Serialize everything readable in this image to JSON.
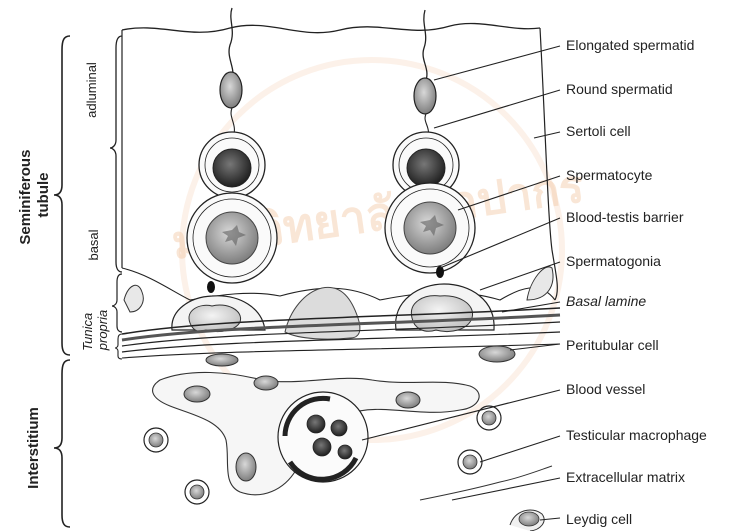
{
  "watermark": {
    "text": "มหาวิทยาลัยศิลปากร",
    "color": "#f3c9a6"
  },
  "regions": {
    "seminiferous": "Seminiferous tubule",
    "interstitium": "Interstitium",
    "adluminal": "adluminal",
    "basal": "basal",
    "tunica_propria": [
      "Tunica",
      "propria"
    ]
  },
  "labels": {
    "elongated_spermatid": "Elongated spermatid",
    "round_spermatid": "Round spermatid",
    "sertoli_cell": "Sertoli cell",
    "spermatocyte": "Spermatocyte",
    "blood_testis_barrier": "Blood-testis barrier",
    "spermatogonia": "Spermatogonia",
    "basal_lamine": "Basal lamine",
    "peritubular_cell": "Peritubular cell",
    "blood_vessel": "Blood vessel",
    "testicular_macrophage": "Testicular macrophage",
    "extracellular_matrix": "Extracellular matrix",
    "leydig_cell": "Leydig cell"
  },
  "colors": {
    "line": "#222222",
    "cell_fill": "#efefef",
    "nucleus_dark": "#2e2e2e",
    "nucleus_mid": "#9a9a9a",
    "nucleus_light": "#cfcfcf"
  }
}
